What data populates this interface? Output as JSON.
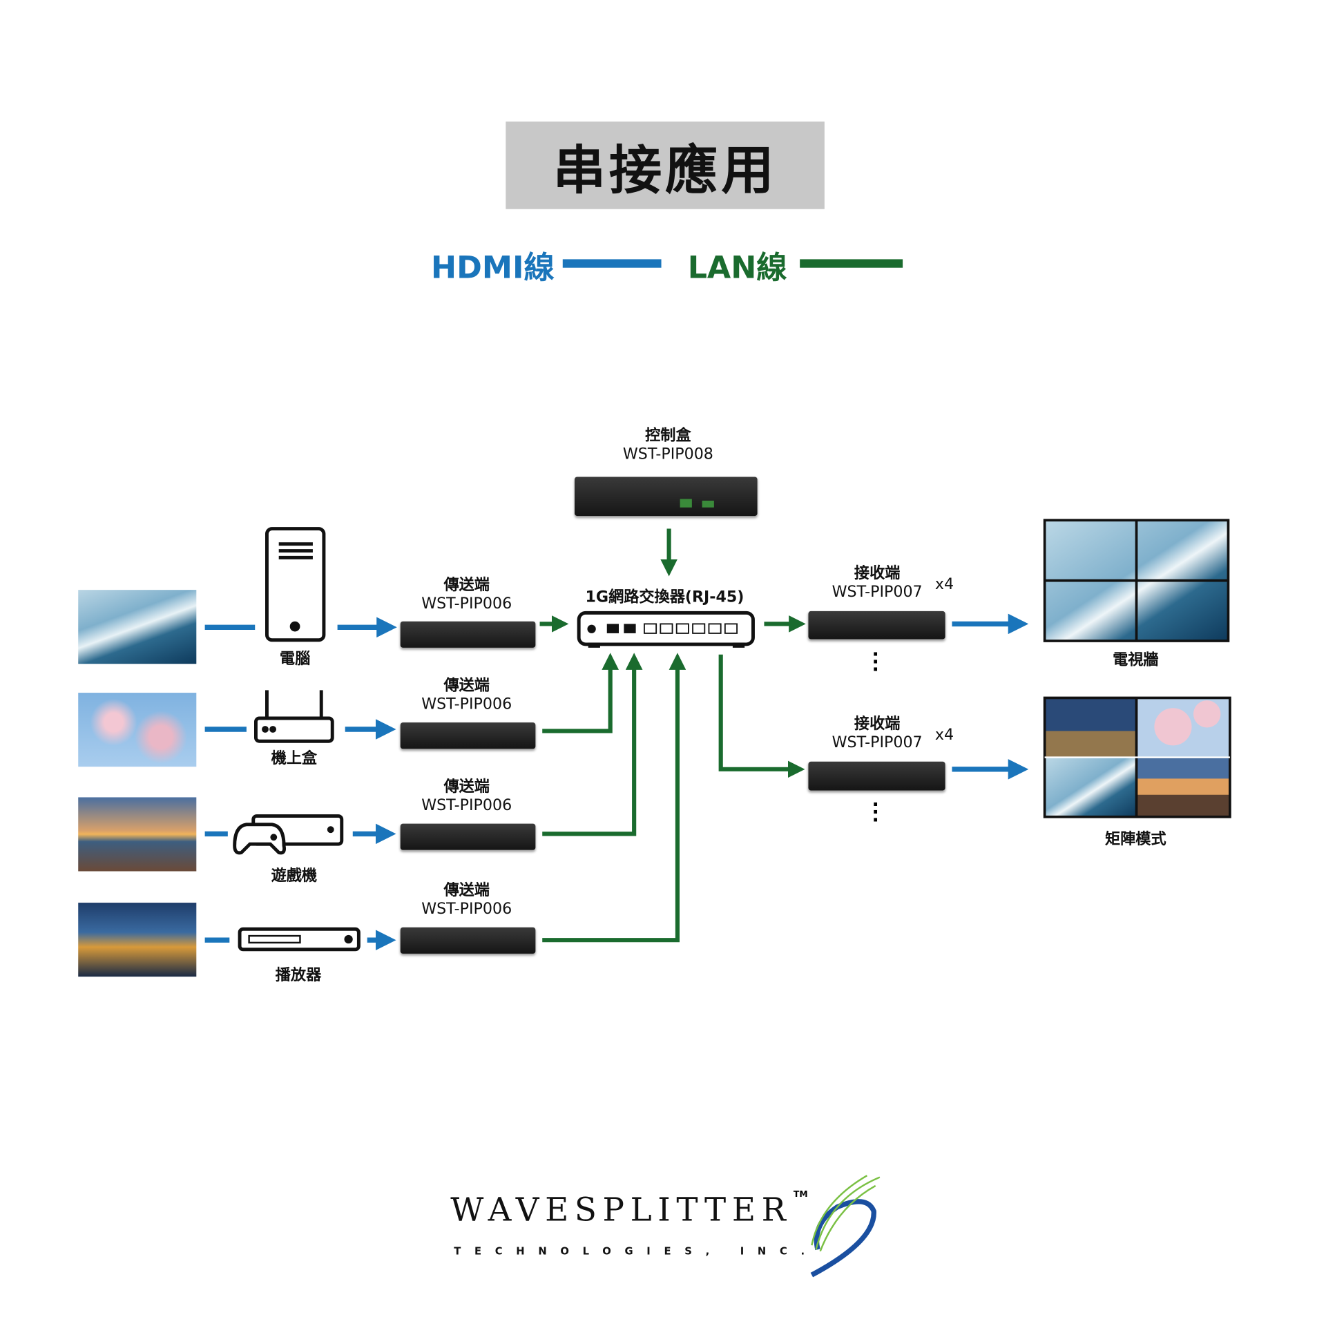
{
  "title": "串接應用",
  "legend": {
    "hdmi": "HDMI線",
    "lan": "LAN線",
    "hdmi_color": "#1a75bb",
    "lan_color": "#1a6b2e"
  },
  "sources": [
    {
      "label": "電腦",
      "icon": "pc-tower-icon"
    },
    {
      "label": "機上盒",
      "icon": "router-icon"
    },
    {
      "label": "遊戲機",
      "icon": "game-console-icon"
    },
    {
      "label": "播放器",
      "icon": "media-player-icon"
    }
  ],
  "transmitter": {
    "role": "傳送端",
    "model": "WST-PIP006"
  },
  "controller": {
    "role": "控制盒",
    "model": "WST-PIP008"
  },
  "switch": {
    "label": "1G網路交換器(RJ-45)"
  },
  "receivers": [
    {
      "role": "接收端",
      "model": "WST-PIP007",
      "count": "x4"
    },
    {
      "role": "接收端",
      "model": "WST-PIP007",
      "count": "x4"
    }
  ],
  "outputs": [
    {
      "label": "電視牆"
    },
    {
      "label": "矩陣模式"
    }
  ],
  "logo": {
    "name": "WAVESPLITTER",
    "tm": "TM",
    "sub": "TECHNOLOGIES, INC."
  }
}
